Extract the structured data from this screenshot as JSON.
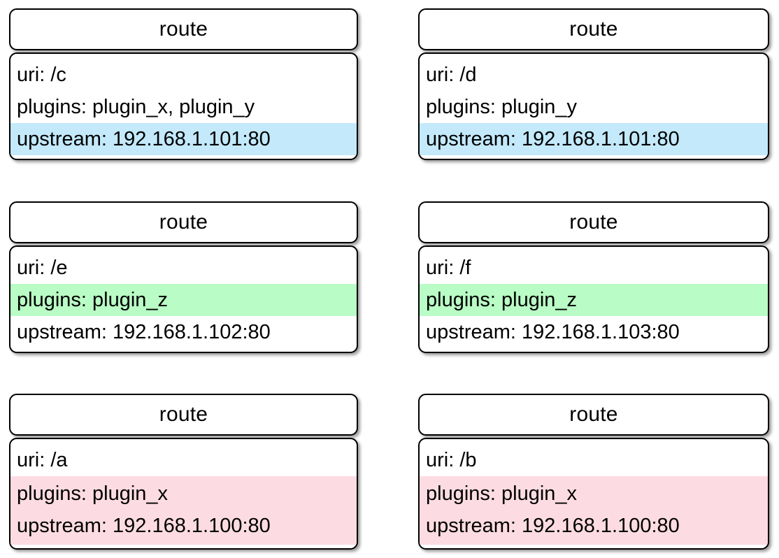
{
  "diagram": {
    "title": "route",
    "colors": {
      "highlight_blue": "#c3e9fb",
      "highlight_green": "#b9fcc5",
      "highlight_pink": "#fcdce2",
      "border": "#000000",
      "background": "#ffffff"
    }
  },
  "cards": [
    {
      "header": "route",
      "uri": "uri: /c",
      "plugins": "plugins: plugin_x, plugin_y",
      "upstream": "upstream: 192.168.1.101:80",
      "highlight": "blue",
      "highlight_scope": "upstream"
    },
    {
      "header": "route",
      "uri": "uri: /d",
      "plugins": "plugins: plugin_y",
      "upstream": "upstream: 192.168.1.101:80",
      "highlight": "blue",
      "highlight_scope": "upstream"
    },
    {
      "header": "route",
      "uri": "uri: /e",
      "plugins": "plugins: plugin_z",
      "upstream": "upstream: 192.168.1.102:80",
      "highlight": "green",
      "highlight_scope": "plugins"
    },
    {
      "header": "route",
      "uri": "uri: /f",
      "plugins": "plugins: plugin_z",
      "upstream": "upstream: 192.168.1.103:80",
      "highlight": "green",
      "highlight_scope": "plugins"
    },
    {
      "header": "route",
      "uri": "uri: /a",
      "plugins": "plugins: plugin_x",
      "upstream": "upstream: 192.168.1.100:80",
      "highlight": "pink",
      "highlight_scope": "plugins-and-upstream"
    },
    {
      "header": "route",
      "uri": "uri: /b",
      "plugins": "plugins: plugin_x",
      "upstream": "upstream: 192.168.1.100:80",
      "highlight": "pink",
      "highlight_scope": "plugins-and-upstream"
    }
  ]
}
